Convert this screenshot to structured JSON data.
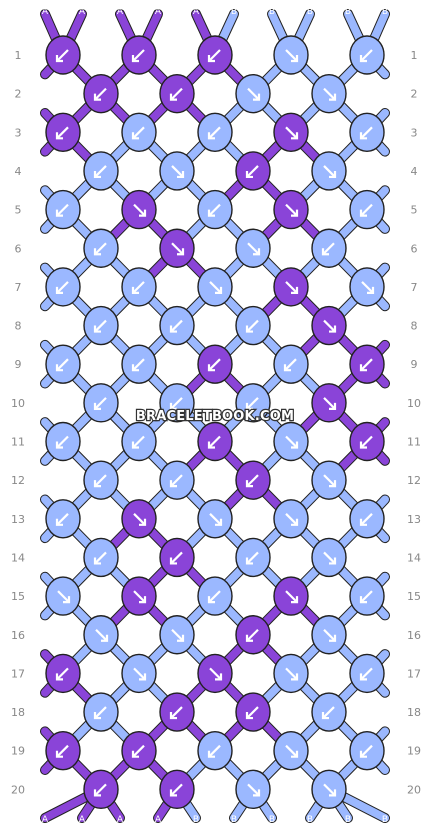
{
  "watermark": "BRACELETBOOK.COM",
  "colors": {
    "A": "#8a44d8",
    "B": "#9bb8ff",
    "outline": "#222222",
    "label": "#888888"
  },
  "strings_top": [
    "A",
    "A",
    "A",
    "A",
    "A",
    "B",
    "B",
    "B",
    "B",
    "B"
  ],
  "strings_bottom": [
    "A",
    "A",
    "A",
    "A",
    "B",
    "B",
    "B",
    "B",
    "B",
    "B"
  ],
  "row_labels": [
    "1",
    "2",
    "3",
    "4",
    "5",
    "6",
    "7",
    "8",
    "9",
    "10",
    "11",
    "12",
    "13",
    "14",
    "15",
    "16",
    "17",
    "18",
    "19",
    "20"
  ],
  "knot_colors": [
    "AAABB",
    "AABBB",
    "ABBAB",
    "BBABB",
    "BABAB",
    "BABBB",
    "BBBAB",
    "BBBAB",
    "BBABA",
    "BBBAB",
    "BBABA",
    "BBABA",
    "BABBB",
    "BABBB",
    "BABAB",
    "BBABB",
    "ABABB",
    "BAABB",
    "AABBB",
    "AABBB"
  ],
  "knot_arrows": [
    "LLLRL",
    "LLRRR",
    "LLLRL",
    "LRLRL",
    "LRLRL",
    "LRRLL",
    "LLRRR",
    "LLLRL",
    "LLLLL",
    "LLLRL",
    "LLLRL",
    "LLLRL",
    "LRRRL",
    "LLLRL",
    "RRLRL",
    "RRLRL",
    "LRRRL",
    "LLLLR",
    "LLLRL",
    "LLRRR"
  ]
}
